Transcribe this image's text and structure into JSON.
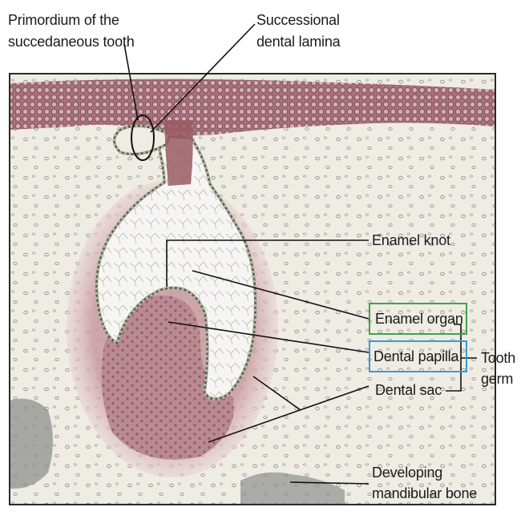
{
  "labels": {
    "primordium_line1": "Primordium of the",
    "primordium_line2": "succedaneous tooth",
    "successional_line1": "Successional",
    "successional_line2": "dental lamina",
    "enamel_knot": "Enamel knot",
    "enamel_organ": "Enamel organ",
    "dental_papilla": "Dental papilla",
    "dental_sac": "Dental sac",
    "tooth": "Tooth",
    "germ": "germ",
    "bone_line1": "Developing",
    "bone_line2": "mandibular bone"
  },
  "colors": {
    "enamel_organ_box": "#3aa64a",
    "dental_papilla_box": "#3a9ad9",
    "tissue_background": "#efece4",
    "epithelium": "#9a5a64",
    "dental_sac_tint": "#c99aa0",
    "cell_outline": "#6c735e"
  }
}
